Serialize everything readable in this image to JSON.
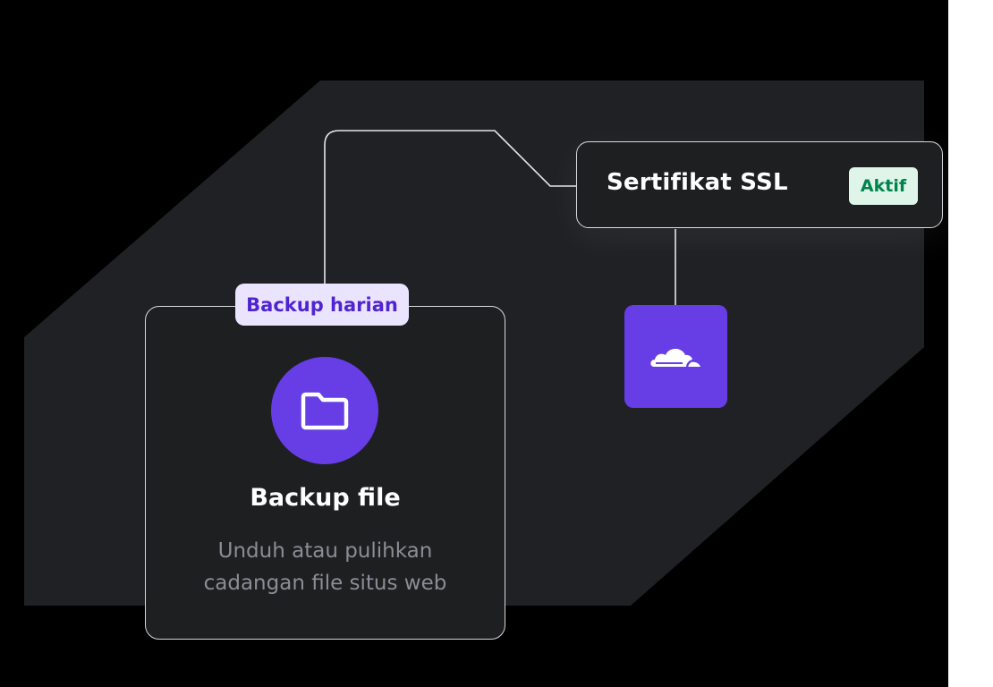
{
  "ssl_card": {
    "title": "Sertifikat SSL",
    "status": "Aktif",
    "status_color": "#00834d",
    "icon": "cloudflare-cloud-icon"
  },
  "backup_card": {
    "tag": "Backup harian",
    "icon": "folder-icon",
    "title": "Backup file",
    "description_lines": [
      "Unduh atau pulihkan",
      "cadangan file situs web"
    ]
  },
  "colors": {
    "accent": "#673de6",
    "tag_bg": "#ebe4ff",
    "tag_text": "#5025d1",
    "badge_bg": "#dff5ea",
    "card_bg": "#1e1f21",
    "backdrop": "#202124"
  }
}
